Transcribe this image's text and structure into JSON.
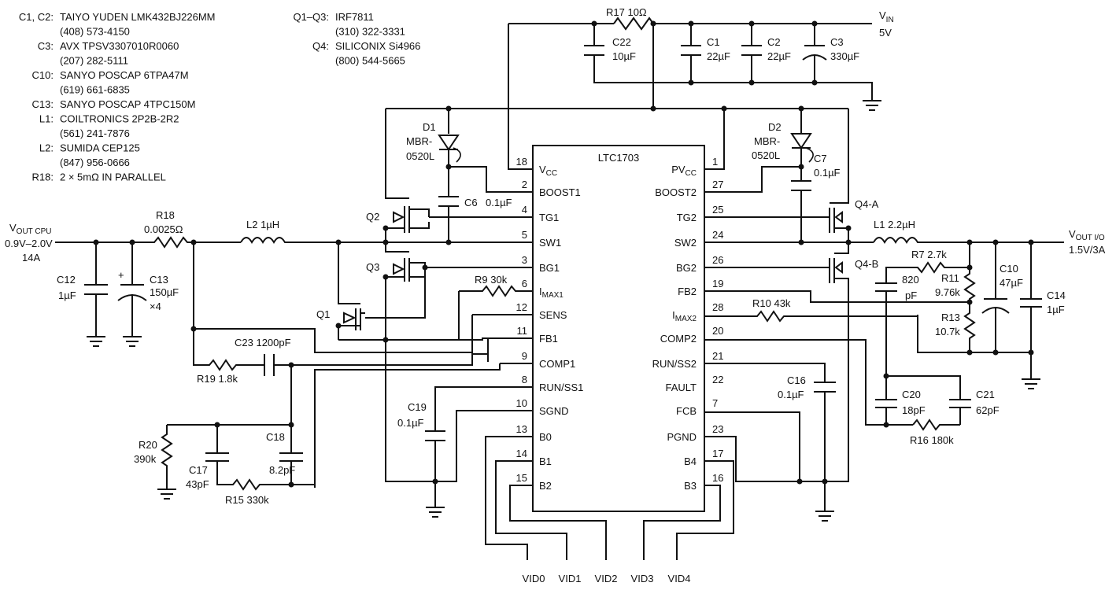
{
  "bom": [
    {
      "ref": "C1, C2:",
      "line1": "TAIYO YUDEN LMK432BJ226MM",
      "line2": "(408) 573-4150"
    },
    {
      "ref": "C3:",
      "line1": "AVX TPSV3307010R0060",
      "line2": "(207) 282-5111"
    },
    {
      "ref": "C10:",
      "line1": "SANYO POSCAP 6TPA47M",
      "line2": "(619) 661-6835"
    },
    {
      "ref": "C13:",
      "line1": "SANYO POSCAP 4TPC150M",
      "line2": ""
    },
    {
      "ref": "L1:",
      "line1": "COILTRONICS 2P2B-2R2",
      "line2": "(561) 241-7876"
    },
    {
      "ref": "L2:",
      "line1": "SUMIDA CEP125",
      "line2": "(847) 956-0666"
    },
    {
      "ref": "R18:",
      "line1": "2 × 5mΩ IN PARALLEL",
      "line2": ""
    }
  ],
  "bom2": [
    {
      "ref": "Q1–Q3:",
      "line1": "IRF7811",
      "line2": "(310) 322-3331"
    },
    {
      "ref": "Q4:",
      "line1": "SILICONIX Si4966",
      "line2": "(800) 544-5665"
    }
  ],
  "ic": {
    "name": "LTC1703",
    "left_pins": [
      {
        "num": "18",
        "name": "V",
        "sub": "CC"
      },
      {
        "num": "2",
        "name": "BOOST1",
        "sub": ""
      },
      {
        "num": "4",
        "name": "TG1",
        "sub": ""
      },
      {
        "num": "5",
        "name": "SW1",
        "sub": ""
      },
      {
        "num": "3",
        "name": "BG1",
        "sub": ""
      },
      {
        "num": "6",
        "name": "I",
        "sub": "MAX1"
      },
      {
        "num": "12",
        "name": "SENS",
        "sub": ""
      },
      {
        "num": "11",
        "name": "FB1",
        "sub": ""
      },
      {
        "num": "9",
        "name": "COMP1",
        "sub": ""
      },
      {
        "num": "8",
        "name": "RUN/SS1",
        "sub": ""
      },
      {
        "num": "10",
        "name": "SGND",
        "sub": ""
      },
      {
        "num": "13",
        "name": "B0",
        "sub": ""
      },
      {
        "num": "14",
        "name": "B1",
        "sub": ""
      },
      {
        "num": "15",
        "name": "B2",
        "sub": ""
      }
    ],
    "right_pins": [
      {
        "num": "1",
        "name": "PV",
        "sub": "CC"
      },
      {
        "num": "27",
        "name": "BOOST2",
        "sub": ""
      },
      {
        "num": "25",
        "name": "TG2",
        "sub": ""
      },
      {
        "num": "24",
        "name": "SW2",
        "sub": ""
      },
      {
        "num": "26",
        "name": "BG2",
        "sub": ""
      },
      {
        "num": "19",
        "name": "FB2",
        "sub": ""
      },
      {
        "num": "28",
        "name": "I",
        "sub": "MAX2"
      },
      {
        "num": "20",
        "name": "COMP2",
        "sub": ""
      },
      {
        "num": "21",
        "name": "RUN/SS2",
        "sub": ""
      },
      {
        "num": "22",
        "name": "FAULT",
        "sub": ""
      },
      {
        "num": "7",
        "name": "FCB",
        "sub": ""
      },
      {
        "num": "23",
        "name": "PGND",
        "sub": ""
      },
      {
        "num": "17",
        "name": "B4",
        "sub": ""
      },
      {
        "num": "16",
        "name": "B3",
        "sub": ""
      }
    ]
  },
  "labels": {
    "r17": "R17  10Ω",
    "vin": "V",
    "vin_sub": "IN",
    "vin_v": "5V",
    "c22": "C22",
    "c22v": "10µF",
    "c1": "C1",
    "c1v": "22µF",
    "c2": "C2",
    "c2v": "22µF",
    "c3": "C3",
    "c3v": "330µF",
    "d1": "D1",
    "d1a": "MBR-",
    "d1b": "0520L",
    "d2": "D2",
    "d2a": "MBR-",
    "d2b": "0520L",
    "c6": "C6",
    "c6v": "0.1µF",
    "c7": "C7",
    "c7v": "0.1µF",
    "q1": "Q1",
    "q2": "Q2",
    "q3": "Q3",
    "q4a": "Q4-A",
    "q4b": "Q4-B",
    "vout_cpu": "V",
    "vout_cpu_sub": "OUT CPU",
    "vout_cpu_range": "0.9V–2.0V",
    "vout_cpu_i": "14A",
    "r18": "R18",
    "r18v": "0.0025Ω",
    "l2": "L2  1µH",
    "c12": "C12",
    "c12v": "1µF",
    "c13": "C13",
    "c13v": "150µF",
    "c13n": "×4",
    "r9": "R9  30k",
    "c23": "C23  1200pF",
    "r19": "R19  1.8k",
    "r20": "R20",
    "r20v": "390k",
    "c17": "C17",
    "c17v": "43pF",
    "c18": "C18",
    "c18v": "8.2pF",
    "r15": "R15  330k",
    "c19": "C19",
    "c19v": "0.1µF",
    "l1": "L1  2.2µH",
    "vout_io": "V",
    "vout_io_sub": "OUT I/O",
    "vout_io_v": "1.5V/3A",
    "r7": "R7  2.7k",
    "c820": "820",
    "c820b": "pF",
    "r11": "R11",
    "r11v": "9.76k",
    "r13": "R13",
    "r13v": "10.7k",
    "c10": "C10",
    "c10v": "47µF",
    "c14": "C14",
    "c14v": "1µF",
    "r10": "R10  43k",
    "c16": "C16",
    "c16v": "0.1µF",
    "c20": "C20",
    "c20v": "18pF",
    "c21": "C21",
    "c21v": "62pF",
    "r16": "R16  180k",
    "plus": "+"
  },
  "vid": [
    "VID0",
    "VID1",
    "VID2",
    "VID3",
    "VID4"
  ]
}
